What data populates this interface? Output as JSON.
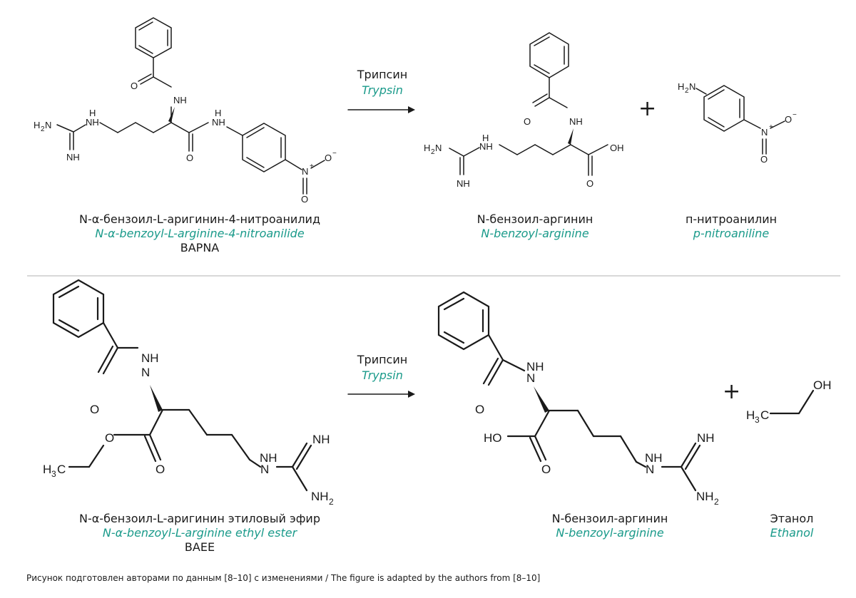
{
  "top": {
    "enzyme": {
      "ru": "Трипсин",
      "en": "Trypsin"
    },
    "substrate": {
      "ru": "N-α-бензоил-L-аригинин-4-нитроанилид",
      "en": "N-α-benzoyl-L-arginine-4-nitroanilide",
      "abbr": "BAPNA"
    },
    "product1": {
      "ru": "N-бензоил-аргинин",
      "en": "N-benzoyl-arginine"
    },
    "product2": {
      "ru": "п-нитроанилин",
      "en": "p-nitroaniline"
    },
    "plus": "+"
  },
  "bottom": {
    "enzyme": {
      "ru": "Трипсин",
      "en": "Trypsin"
    },
    "substrate": {
      "ru": "N-α-бензоил-L-аригинин этиловый эфир",
      "en": "N-α-benzoyl-L-arginine ethyl ester",
      "abbr": "BAEE"
    },
    "product1": {
      "ru": "N-бензоил-аргинин",
      "en": "N-benzoyl-arginine"
    },
    "product2": {
      "ru": "Этанол",
      "en": "Ethanol"
    },
    "plus": "+"
  },
  "atoms": {
    "nh": "NH",
    "n": "N",
    "h": "H",
    "nplus": "N",
    "plus_sign": "+",
    "o": "O",
    "ominus": "O",
    "minus_sign": "−",
    "oh": "OH",
    "ho": "HO",
    "h2n": "H",
    "h2n_sub": "2",
    "h2n_n": "N",
    "nh2": "NH",
    "nh2_sub": "2",
    "h3c": "H",
    "h3c_sub": "3",
    "h3c_c": "C"
  },
  "caption": "Рисунок подготовлен авторами по данным [8–10] с изменениями / The figure is adapted by the authors from [8–10]"
}
